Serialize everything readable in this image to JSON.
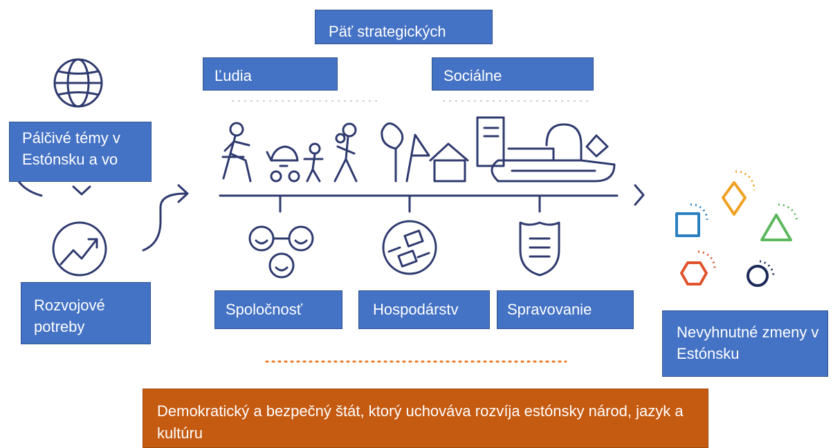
{
  "top_title": "Päť strategických",
  "column_heading_left": "Ľudia",
  "column_heading_right": "Sociálne",
  "left_top_label": "Pálčivé témy v Estónsku a vo",
  "left_bottom_label": "Rozvojové potreby",
  "pillars": [
    "Spoločnosť",
    "Hospodárstv",
    "Spravovanie"
  ],
  "right_label": "Nevyhnutné zmeny v Estónsku",
  "bottom_statement": "Demokratický a bezpečný štát, ktorý uchováva rozvíja estónsky národ, jazyk a kultúru",
  "colors": {
    "box_blue": "#4472c4",
    "line_navy": "#2e3a6e",
    "orange": "#e87722",
    "statement_orange": "#c55a11",
    "shape_blue": "#2a7fc1",
    "shape_green": "#5cb85c",
    "shape_gold": "#f0a020",
    "shape_red": "#e0532b",
    "shape_navy": "#1e2b5a"
  }
}
